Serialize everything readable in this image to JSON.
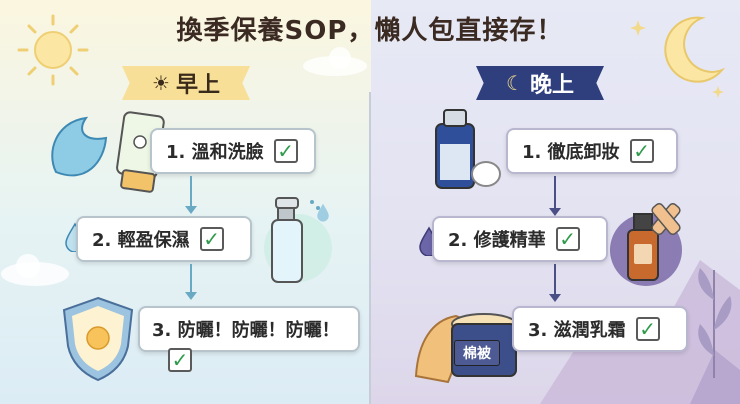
{
  "title": "換季保養SOP，懶人包直接存！",
  "morning": {
    "label": "早上",
    "steps": [
      {
        "text": "1. 溫和洗臉"
      },
      {
        "text": "2. 輕盈保濕"
      },
      {
        "text": "3. 防曬！防曬！防曬！"
      }
    ]
  },
  "night": {
    "label": "晚上",
    "steps": [
      {
        "text": "1. 徹底卸妝"
      },
      {
        "text": "2. 修護精華"
      },
      {
        "text": "3. 滋潤乳霜"
      }
    ],
    "blanket_label": "棉被"
  },
  "check_mark": "✓",
  "colors": {
    "morning_ribbon": "#f8df98",
    "night_ribbon": "#2f3f7e",
    "check": "#2e9a4a"
  }
}
